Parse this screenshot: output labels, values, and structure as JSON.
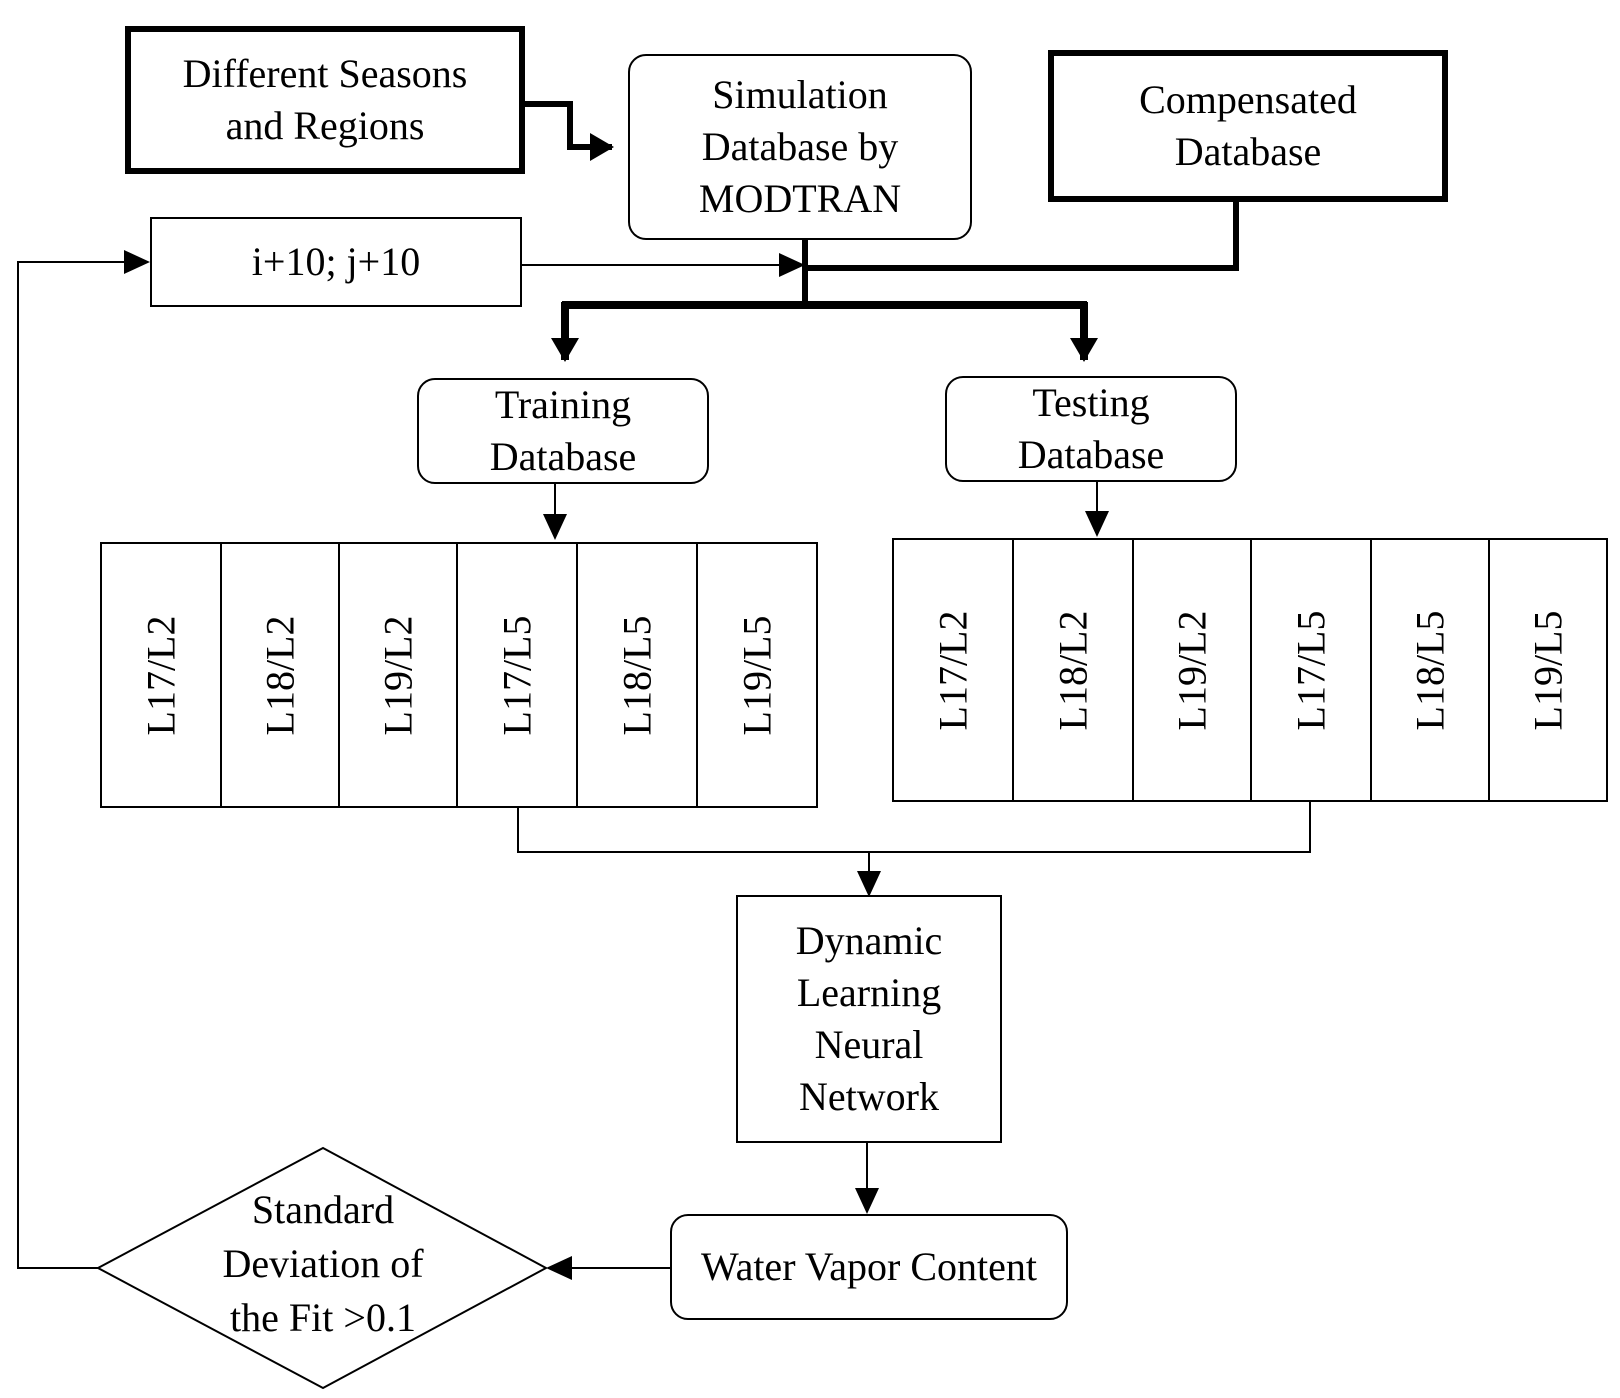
{
  "nodes": {
    "seasons": [
      "Different Seasons",
      "and Regions"
    ],
    "simulation": [
      "Simulation",
      "Database by",
      "MODTRAN"
    ],
    "compensated": [
      "Compensated",
      "Database"
    ],
    "increment": "i+10; j+10",
    "training": [
      "Training",
      "Database"
    ],
    "testing": [
      "Testing",
      "Database"
    ],
    "network": [
      "Dynamic",
      "Learning",
      "Neural",
      "Network"
    ],
    "water_vapor": "Water Vapor Content",
    "decision": [
      "Standard",
      "Deviation of",
      "the Fit >0.1"
    ]
  },
  "training_bands": [
    "L17/L2",
    "L18/L2",
    "L19/L2",
    "L17/L5",
    "L18/L5",
    "L19/L5"
  ],
  "testing_bands": [
    "L17/L2",
    "L18/L2",
    "L19/L2",
    "L17/L5",
    "L18/L5",
    "L19/L5"
  ]
}
